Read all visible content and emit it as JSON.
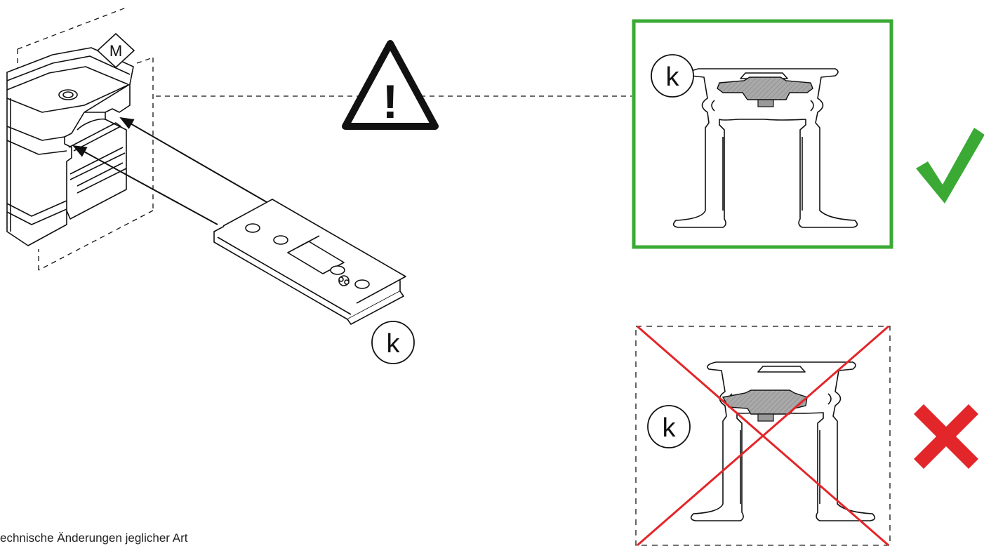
{
  "labels": {
    "module_marker": "M",
    "part_marker": "k",
    "warning_symbol": "!"
  },
  "status": {
    "correct_color": "#3aaa35",
    "wrong_color": "#e3262a"
  },
  "footnote": "echnische Änderungen jeglicher Art",
  "icons": [
    "warning-icon",
    "checkmark-icon",
    "cross-icon"
  ]
}
